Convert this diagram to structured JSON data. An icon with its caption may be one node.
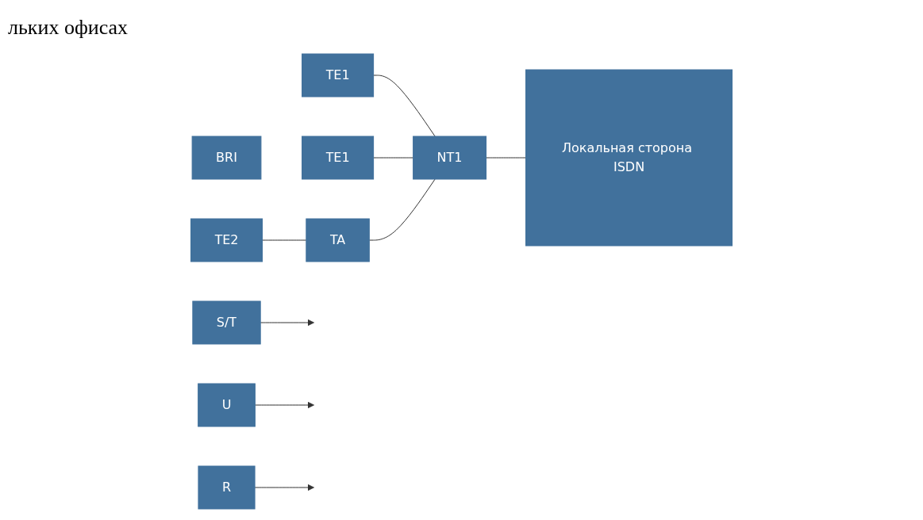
{
  "diagram": {
    "nodes": [
      {
        "text": [
          "TE1"
        ]
      },
      {
        "text": [
          "TE1"
        ]
      },
      {
        "text": [
          "NT1"
        ]
      },
      {
        "text": [
          "BRI"
        ]
      },
      {
        "text": [
          "Локальная сторона ISDN"
        ]
      },
      {
        "text": [
          "TE2"
        ]
      },
      {
        "text": [
          "TA"
        ]
      },
      {
        "text": [
          "S/T"
        ]
      },
      {
        "text": [
          "U"
        ]
      },
      {
        "text": [
          "R"
        ]
      }
    ],
    "edges": [
      {
        "from": 0,
        "to": 2,
        "arrow": "none"
      },
      {
        "from": 1,
        "to": 2,
        "arrow": "none"
      },
      {
        "from": 6,
        "to": 2,
        "arrow": "none"
      },
      {
        "from": 2,
        "to": 4,
        "arrow": "none"
      },
      {
        "from": 5,
        "to": 6,
        "arrow": "none"
      },
      {
        "from": 7,
        "to": null,
        "arrow": "to"
      },
      {
        "from": 8,
        "to": null,
        "arrow": "to"
      },
      {
        "from": 9,
        "to": null,
        "arrow": "to"
      }
    ],
    "labels": [
      "льких офисах"
    ]
  }
}
